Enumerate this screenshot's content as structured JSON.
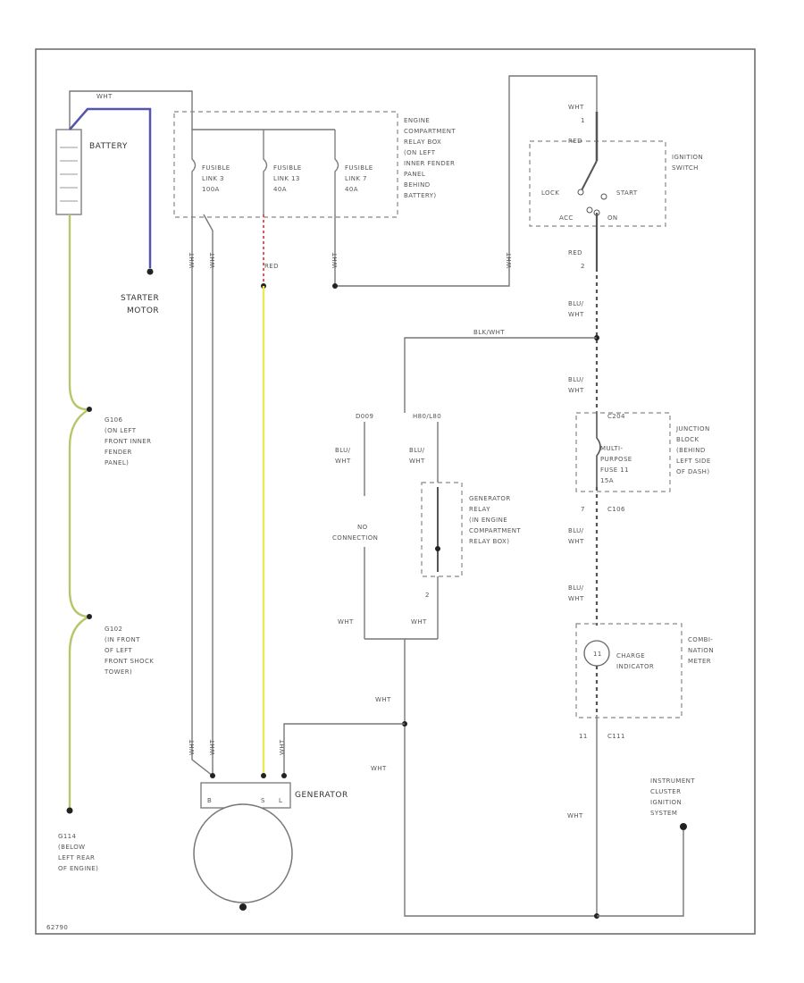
{
  "components": {
    "battery": "BATTERY",
    "starter_line1": "STARTER",
    "starter_line2": "MOTOR",
    "relay_box": [
      "ENGINE",
      "COMPARTMENT",
      "RELAY BOX",
      "(ON LEFT",
      "INNER FENDER",
      "PANEL",
      "BEHIND",
      "BATTERY)"
    ],
    "fusible_links": [
      {
        "line1": "FUSIBLE",
        "line2": "LINK 3",
        "line3": "100A"
      },
      {
        "line1": "FUSIBLE",
        "line2": "LINK 13",
        "line3": "40A"
      },
      {
        "line1": "FUSIBLE",
        "line2": "LINK 7",
        "line3": "40A"
      }
    ],
    "ignition_switch": [
      "IGNITION",
      "SWITCH"
    ],
    "switch_positions": {
      "lock": "LOCK",
      "start": "START",
      "acc": "ACC",
      "on": "ON"
    },
    "junction_block": [
      "JUNCTION",
      "BLOCK",
      "(BEHIND",
      "LEFT SIDE",
      "OF DASH)"
    ],
    "fuse": [
      "MULTI-",
      "PURPOSE",
      "FUSE 11",
      "15A"
    ],
    "generator_relay": [
      "GENERATOR",
      "RELAY",
      "(IN ENGINE",
      "COMPARTMENT",
      "RELAY BOX)"
    ],
    "no_connection": [
      "NO",
      "CONNECTION"
    ],
    "combination_meter": [
      "COMBI-",
      "NATION",
      "METER"
    ],
    "charge_indicator": [
      "CHARGE",
      "INDICATOR"
    ],
    "generator": "GENERATOR",
    "instrument_cluster": [
      "INSTRUMENT",
      "CLUSTER",
      "IGNITION",
      "SYSTEM"
    ],
    "g106": [
      "G106",
      "(ON LEFT",
      "FRONT INNER",
      "FENDER",
      "PANEL)"
    ],
    "g102": [
      "G102",
      "(IN FRONT",
      "OF LEFT",
      "FRONT SHOCK",
      "TOWER)"
    ],
    "g114": [
      "G114",
      "(BELOW",
      "LEFT REAR",
      "OF ENGINE)"
    ]
  },
  "wire_labels": {
    "wht": "WHT",
    "red": "RED",
    "blk_wht": "BLK/ WHT",
    "blk_wht_slash": "BLK/WHT",
    "blu": "BLU/",
    "c_labels": {
      "c106": "C106",
      "c111": "C111",
      "c204": "C204"
    },
    "pins": {
      "p1": "1",
      "p2": "2",
      "p3": "7",
      "p4": "11",
      "b": "B",
      "s": "S",
      "l": "L"
    },
    "relay_pins": {
      "left": "D009",
      "right": "H80/L80"
    }
  },
  "footer_code": "62790"
}
